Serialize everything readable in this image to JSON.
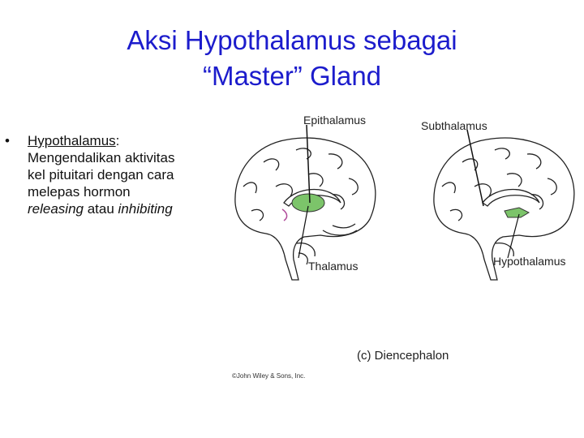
{
  "slide": {
    "title_line1": "Aksi Hypothalamus sebagai",
    "title_line2": "“Master” Gland"
  },
  "bullet": {
    "marker": "•",
    "term": "Hypothalamus",
    "colon": ":",
    "lines": [
      "Mengendalikan aktivitas",
      "kel pituitari dengan cara",
      "melepas hormon"
    ],
    "last_italic_1": "releasing",
    "last_mid": " atau ",
    "last_italic_2": "inhibiting"
  },
  "figure": {
    "label_epithalamus": "Epithalamus",
    "label_subthalamus": "Subthalamus",
    "label_thalamus": "Thalamus",
    "label_hypothalamus": "Hypothalamus",
    "caption": "(c) Diencephalon",
    "copyright": "©John Wiley & Sons, Inc.",
    "highlight_color": "#7cc46a",
    "accent_color": "#b04a9a"
  }
}
